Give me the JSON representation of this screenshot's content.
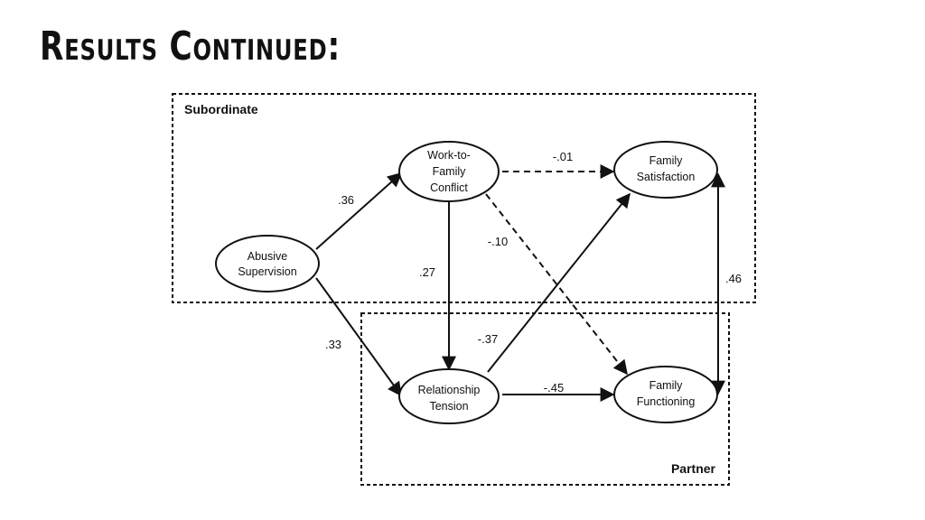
{
  "slide": {
    "title": "Results Continued:"
  },
  "diagram": {
    "groups": [
      {
        "id": "subordinate",
        "label": "Subordinate"
      },
      {
        "id": "partner",
        "label": "Partner"
      }
    ],
    "nodes": [
      {
        "id": "abusive",
        "lines": [
          "Abusive",
          "Supervision"
        ]
      },
      {
        "id": "wfc",
        "lines": [
          "Work-to-",
          "Family",
          "Conflict"
        ]
      },
      {
        "id": "tension",
        "lines": [
          "Relationship",
          "Tension"
        ]
      },
      {
        "id": "satisfaction",
        "lines": [
          "Family",
          "Satisfaction"
        ]
      },
      {
        "id": "functioning",
        "lines": [
          "Family",
          "Functioning"
        ]
      }
    ],
    "edges": [
      {
        "from": "abusive",
        "to": "wfc",
        "label": ".36",
        "style": "solid"
      },
      {
        "from": "abusive",
        "to": "tension",
        "label": ".33",
        "style": "solid"
      },
      {
        "from": "wfc",
        "to": "tension",
        "label": ".27",
        "style": "solid"
      },
      {
        "from": "wfc",
        "to": "satisfaction",
        "label": "-.01",
        "style": "dashed"
      },
      {
        "from": "wfc",
        "to": "functioning",
        "label": "-.10",
        "style": "dashed"
      },
      {
        "from": "tension",
        "to": "satisfaction",
        "label": "-.37",
        "style": "solid"
      },
      {
        "from": "tension",
        "to": "functioning",
        "label": "-.45",
        "style": "solid"
      },
      {
        "from": "satisfaction",
        "to": "functioning",
        "label": ".46",
        "style": "solid",
        "bidirectional": true
      }
    ]
  }
}
